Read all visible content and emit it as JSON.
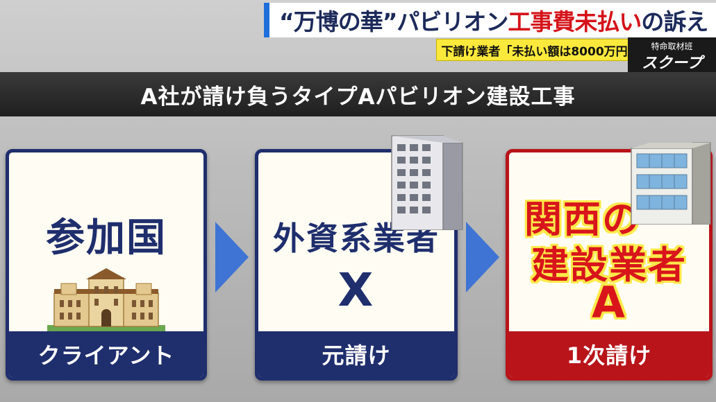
{
  "headline": {
    "part1": "“万博の華”パビリオン",
    "part2": "工事費未払い",
    "part3": "の訴え"
  },
  "subline": "下請け業者「未払い額は8000万円」",
  "scoop": {
    "small": "特命取材班",
    "big": "スクープ"
  },
  "title": "A社が請け負うタイプAパビリオン建設工事",
  "cards": [
    {
      "main": "参加国",
      "sub": "",
      "footer": "クライアント"
    },
    {
      "main": "外資系業者",
      "sub": "X",
      "footer": "元請け"
    },
    {
      "main_line1": "関西の",
      "main_line2": "建設業者",
      "sub": "A",
      "footer": "1次請け"
    }
  ],
  "colors": {
    "navy": "#1f2e6d",
    "red": "#b8141a",
    "arrow": "#3f74d4",
    "banner_yellow": "#fde93b"
  },
  "icons": [
    "palace-icon",
    "office-tower-icon",
    "office-building-icon",
    "right-arrow-icon"
  ]
}
